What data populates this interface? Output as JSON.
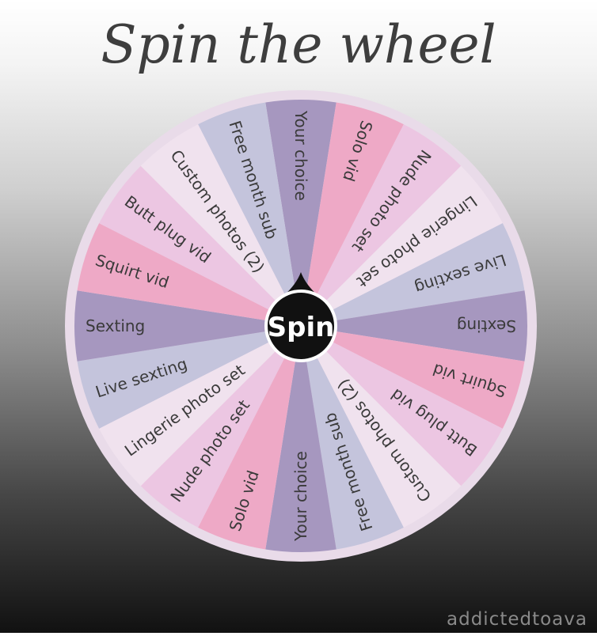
{
  "title": "Spin the wheel",
  "spin_label": "Spin",
  "watermark": "addictedtoava",
  "colors": {
    "slice_colors": [
      "#a697bf",
      "#eea9c6",
      "#ecc6e2",
      "#f0e2ee",
      "#c4c4dc",
      "#a697bf",
      "#eea9c6",
      "#ecc6e2",
      "#f0e2ee",
      "#c4c4dc",
      "#a697bf",
      "#eea9c6",
      "#ecc6e2",
      "#f0e2ee",
      "#c4c4dc",
      "#a697bf",
      "#eea9c6",
      "#ecc6e2",
      "#f0e2ee",
      "#c4c4dc"
    ],
    "rim": "#e9dbe9",
    "text": "#3a3a3a",
    "button": "#111111",
    "button_text": "#ffffff"
  },
  "slices": [
    {
      "label": "Your choice"
    },
    {
      "label": "Solo vid"
    },
    {
      "label": "Nude photo set"
    },
    {
      "label": "Lingerie photo set"
    },
    {
      "label": "Live sexting"
    },
    {
      "label": "Sexting"
    },
    {
      "label": "Squirt vid"
    },
    {
      "label": "Butt plug vid"
    },
    {
      "label": "Custom photos (2)"
    },
    {
      "label": "Free month sub"
    },
    {
      "label": "Your choice"
    },
    {
      "label": "Solo vid"
    },
    {
      "label": "Nude photo set"
    },
    {
      "label": "Lingerie photo set"
    },
    {
      "label": "Live sexting"
    },
    {
      "label": "Sexting"
    },
    {
      "label": "Squirt vid"
    },
    {
      "label": "Butt plug vid"
    },
    {
      "label": "Custom photos (2)"
    },
    {
      "label": "Free month sub"
    }
  ]
}
